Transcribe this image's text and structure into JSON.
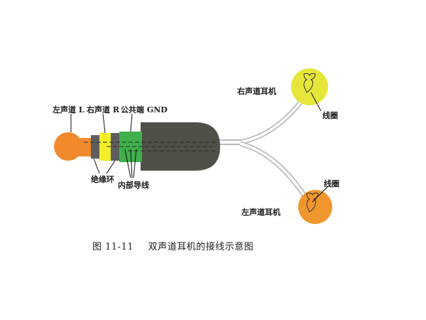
{
  "labels": {
    "left_channel": "左声道 L",
    "right_channel": "右声道 R",
    "ground": "公共端 GND",
    "insulation_ring": "绝缘环",
    "internal_wire": "内部导线",
    "right_earphone": "右声道耳机",
    "left_earphone": "左声道耳机",
    "coil_top": "线圈",
    "coil_bottom": "线圈"
  },
  "caption": {
    "number": "图 11-11",
    "text": "双声道耳机的接线示意图"
  },
  "colors": {
    "tip": "#f08a2c",
    "ring_right": "#f2ee2a",
    "sleeve_ground": "#3fb04a",
    "insulator": "#5e5e5e",
    "plug_body": "#505048",
    "earphone_right": "#e6e63a",
    "earphone_left": "#f0962e"
  }
}
